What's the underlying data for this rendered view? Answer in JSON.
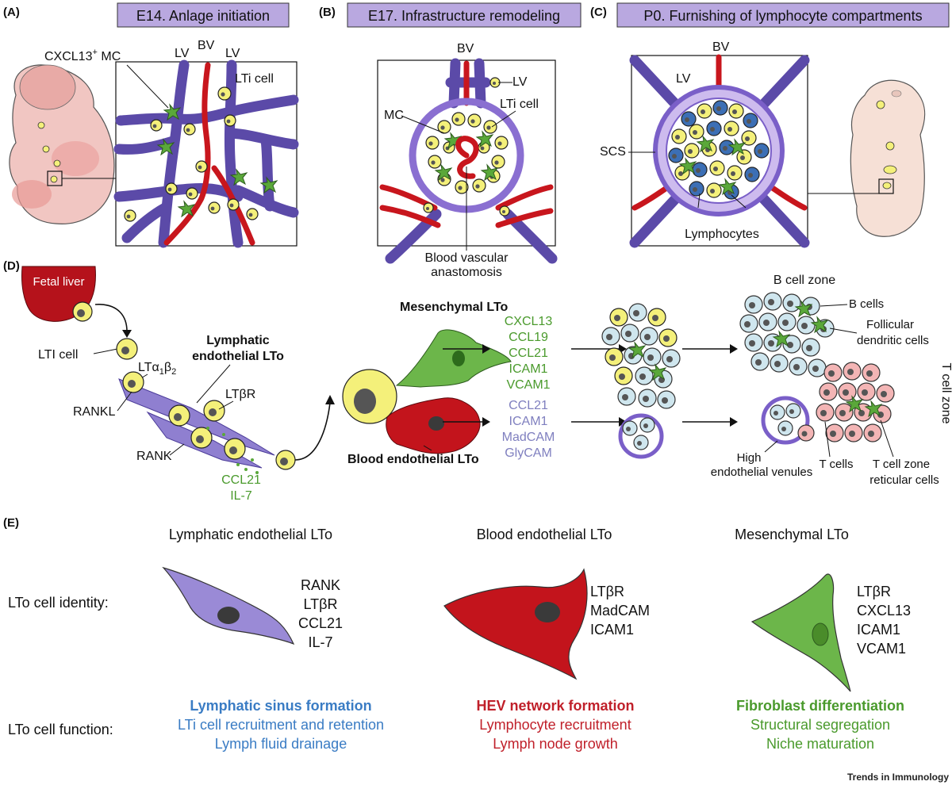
{
  "panels": {
    "a": {
      "tag": "(A)",
      "stage": "E14. Anlage initiation",
      "labels": {
        "mc": "CXCL13",
        "mc_sup": "+",
        "mc_suffix": " MC",
        "lv1": "LV",
        "bv": "BV",
        "lv2": "LV",
        "lti": "LTi cell"
      }
    },
    "b": {
      "tag": "(B)",
      "stage": "E17. Infrastructure remodeling",
      "labels": {
        "bv": "BV",
        "lv": "LV",
        "mc": "MC",
        "lti": "LTi cell",
        "anast1": "Blood vascular",
        "anast2": "anastomosis"
      }
    },
    "c": {
      "tag": "(C)",
      "stage": "P0. Furnishing of lymphocyte compartments",
      "labels": {
        "bv": "BV",
        "lv": "LV",
        "scs": "SCS",
        "lymph": "Lymphocytes"
      }
    },
    "d": {
      "tag": "(D)",
      "fetal_liver": "Fetal liver",
      "lti_cell": "LTI cell",
      "ltab": "LTα",
      "ltab_sub1": "1",
      "ltab_b": "β",
      "ltab_sub2": "2",
      "rankl": "RANKL",
      "rank": "RANK",
      "ltbr": "LTβR",
      "lymph_lto1": "Lymphatic",
      "lymph_lto2": "endothelial LTo",
      "ccl21": "CCL21",
      "il7": "IL-7",
      "mes_lto": "Mesenchymal LTo",
      "blood_lto": "Blood endothelial LTo",
      "green_list": [
        "CXCL13",
        "CCL19",
        "CCL21",
        "ICAM1",
        "VCAM1"
      ],
      "purple_list": [
        "CCL21",
        "ICAM1",
        "MadCAM",
        "GlyCAM"
      ],
      "b_zone": "B cell zone",
      "b_cells": "B cells",
      "fdc1": "Follicular",
      "fdc2": "dendritic cells",
      "t_zone": "T cell zone",
      "hev1": "High",
      "hev2": "endothelial venules",
      "t_cells": "T cells",
      "trc1": "T cell zone",
      "trc2": "reticular cells"
    },
    "e": {
      "tag": "(E)",
      "identity_label": "LTo cell identity:",
      "function_label": "LTo cell function:",
      "columns": [
        {
          "title": "Lymphatic endothelial LTo",
          "markers": [
            "RANK",
            "LTβR",
            "CCL21",
            "IL-7"
          ],
          "function_head": "Lymphatic sinus formation",
          "functions": [
            "LTi cell recruitment and retention",
            "Lymph fluid drainage"
          ],
          "color": "#3a7cc4"
        },
        {
          "title": "Blood endothelial LTo",
          "markers": [
            "LTβR",
            "MadCAM",
            "ICAM1"
          ],
          "function_head": "HEV network formation",
          "functions": [
            "Lymphocyte recruitment",
            "Lymph node growth"
          ],
          "color": "#c0202a"
        },
        {
          "title": "Mesenchymal LTo",
          "markers": [
            "LTβR",
            "CXCL13",
            "ICAM1",
            "VCAM1"
          ],
          "function_head": "Fibroblast differentiation",
          "functions": [
            "Structural segregation",
            "Niche maturation"
          ],
          "color": "#4a9a2c"
        }
      ]
    }
  },
  "credit": "Trends in Immunology",
  "colors": {
    "lymphatic": "#5b4aa8",
    "blood": "#c8161d",
    "stage_box": "#b9a8e0",
    "lti": "#f4f07a",
    "mesenchymal": "#5aa83a"
  }
}
